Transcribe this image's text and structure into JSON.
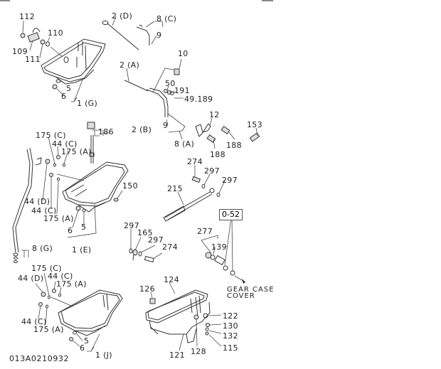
{
  "diagram": {
    "drawing_id": "013A0210932",
    "reference_code": "0-52",
    "note": "GEAR CASE\nCOVER",
    "note_line1": "GEAR CASE",
    "note_line2": "COVER",
    "labels": {
      "l112": "112",
      "l110": "110",
      "l109": "109",
      "l111": "111",
      "l5g": "5",
      "l6g": "6",
      "l1g": "1 (G)",
      "l2d": "2 (D)",
      "l8c": "8 (C)",
      "l9c": "9",
      "l10": "10",
      "l2a": "2 (A)",
      "l50": "50",
      "l191": "191",
      "l49189": "49.189",
      "l9a": "9",
      "l8a": "8 (A)",
      "l12": "12",
      "l188a": "188",
      "l188b": "188",
      "l153": "153",
      "l186": "186",
      "l2b": "2 (B)",
      "l175c_e": "175 (C)",
      "l44c_e": "44 (C)",
      "l175a_e": "175 (A)",
      "l44d_e": "44 (D)",
      "l44c_e2": "44 (C)",
      "l175a_e2": "175 (A)",
      "l150": "150",
      "l6e": "6",
      "l5e": "5",
      "l1e": "1 (E)",
      "l8g": "8 (G)",
      "l274a": "274",
      "l297a": "297",
      "l297b": "297",
      "l215": "215",
      "l297c": "297",
      "l165": "165",
      "l297d": "297",
      "l274b": "274",
      "l277": "277",
      "l139": "139",
      "l175c_j": "175 (C)",
      "l44d_j": "44 (D)",
      "l44c_j": "44 (C)",
      "l175a_j": "175 (A)",
      "l44c_j2": "44 (C)",
      "l175a_j2": "175 (A)",
      "l5j": "5",
      "l6j": "6",
      "l1j": "1 (J)",
      "l126": "126",
      "l124": "124",
      "l122": "122",
      "l130": "130",
      "l132": "132",
      "l115": "115",
      "l121": "121",
      "l128": "128"
    }
  }
}
